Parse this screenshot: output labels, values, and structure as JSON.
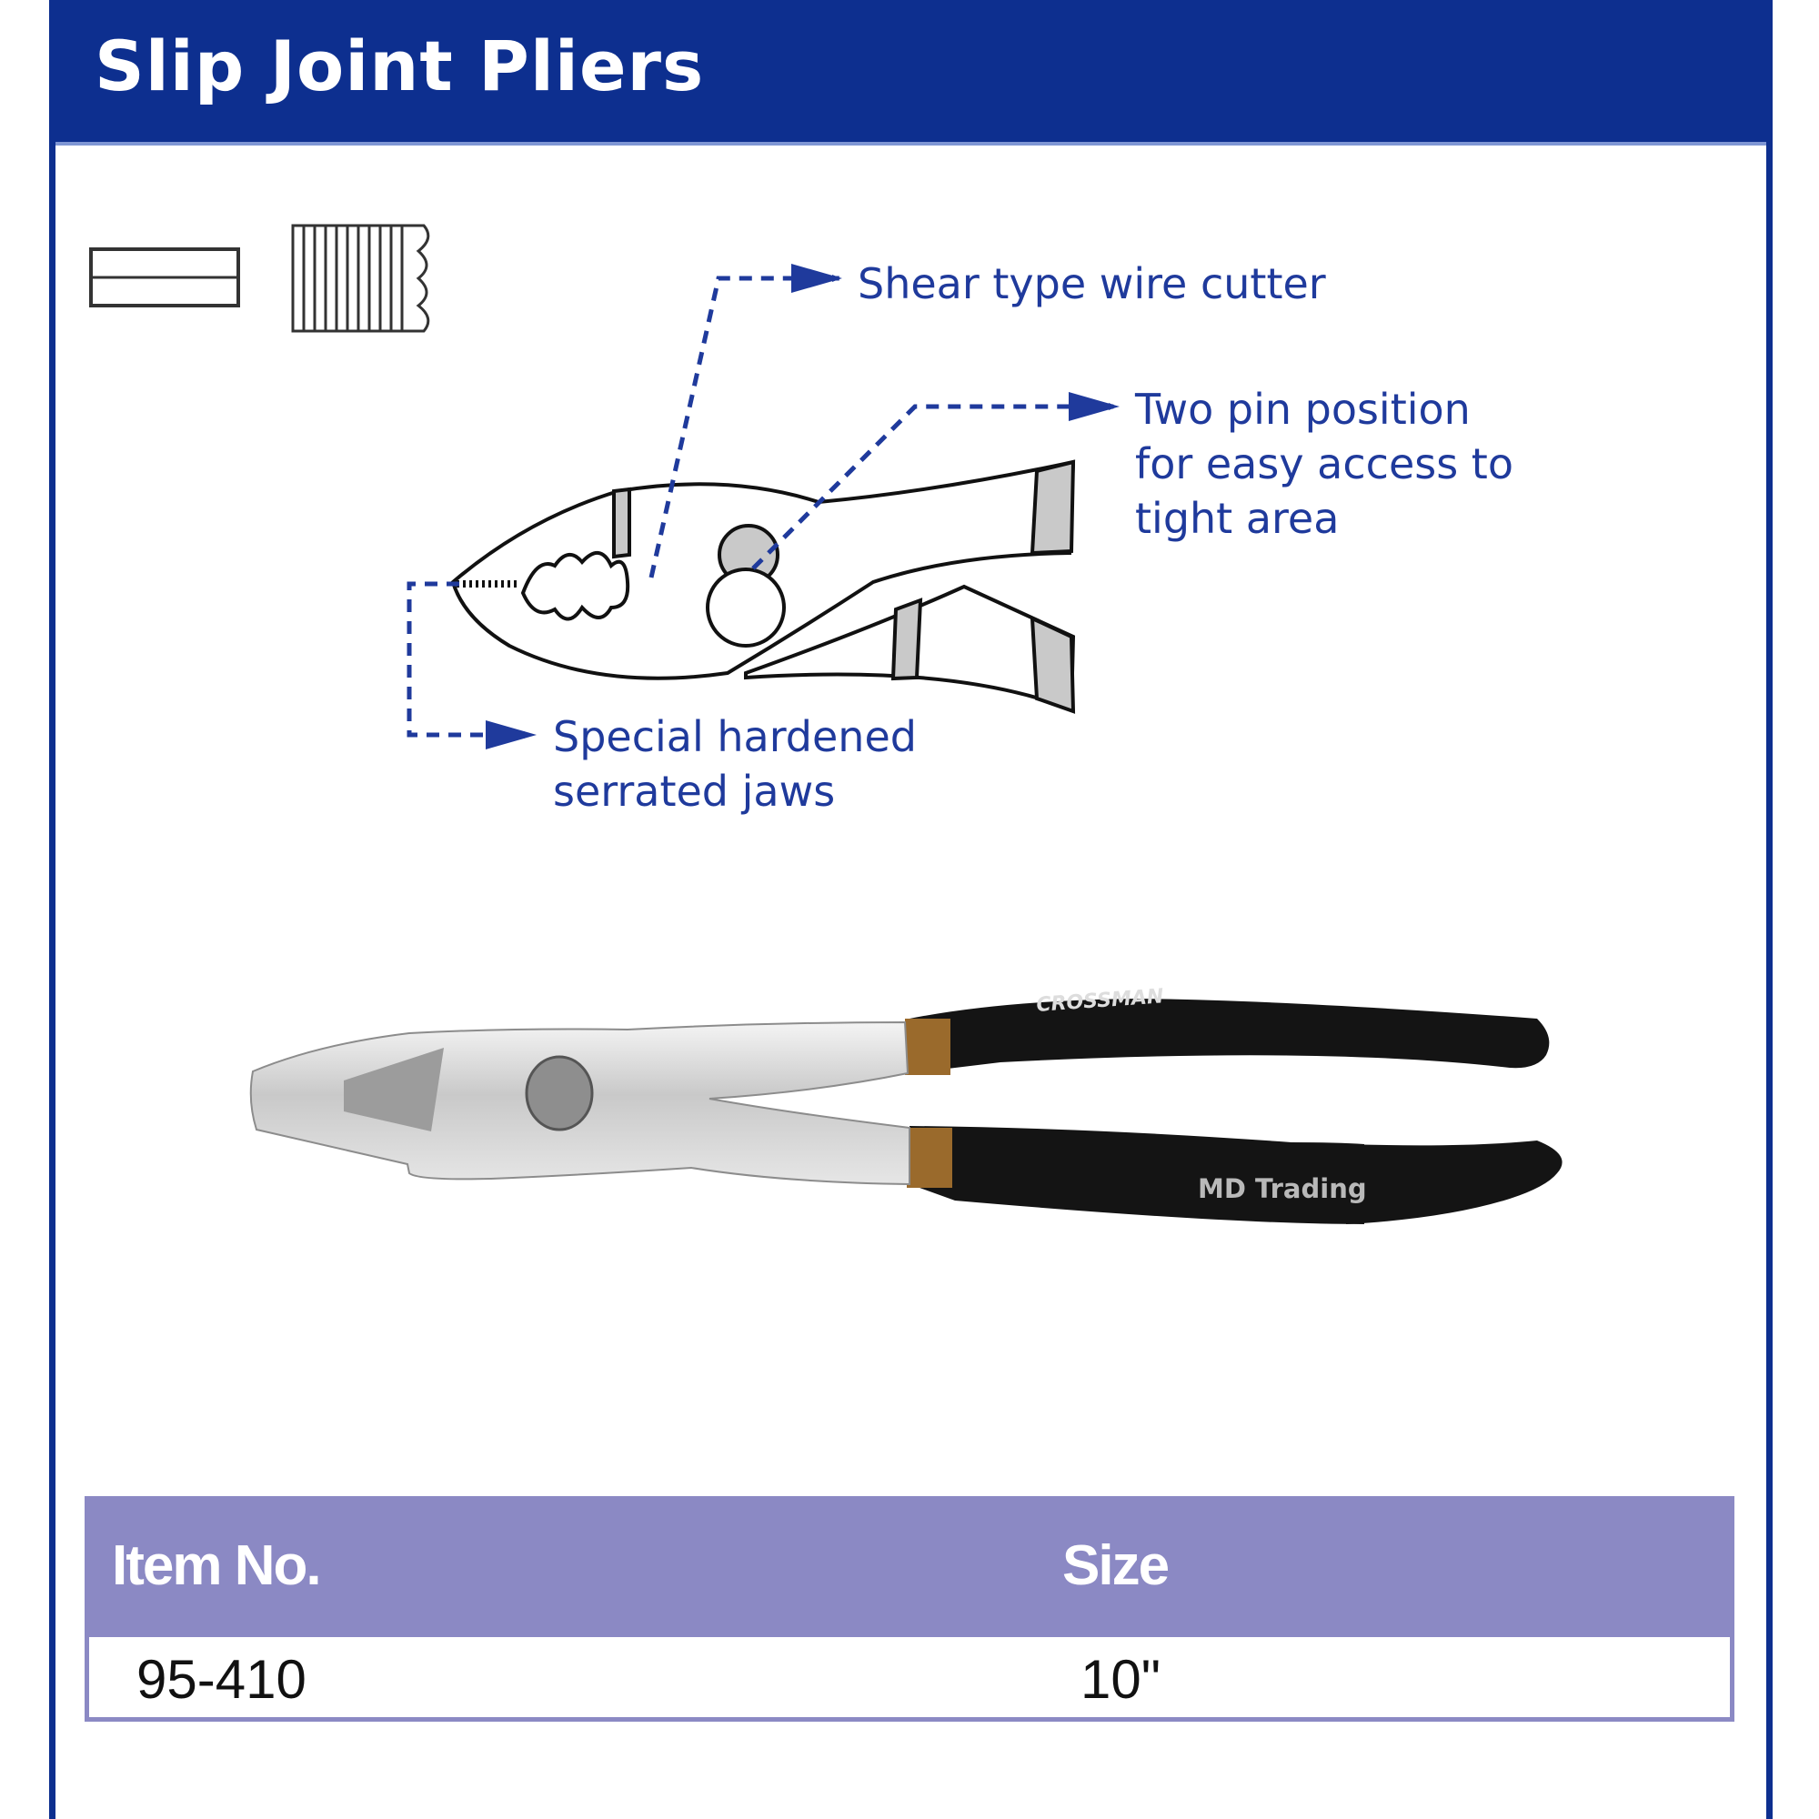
{
  "title": "Slip Joint Pliers",
  "callouts": {
    "cutter": [
      "Shear type wire cutter"
    ],
    "pin": [
      "Two pin position",
      "for easy access to",
      "tight area"
    ],
    "jaws": [
      "Special hardened",
      "serrated jaws"
    ]
  },
  "brand_mark": "CROSSMAN",
  "watermark": "MD Trading",
  "table": {
    "headers": [
      "Item No.",
      "Size"
    ],
    "rows": [
      [
        "95-410",
        "10\""
      ]
    ]
  },
  "colors": {
    "header_blue": "#0d2f8f",
    "callout_blue": "#1f3a9c",
    "table_purple": "#8b89c4",
    "grip_black": "#141414",
    "collar_brown": "#9a6a2c"
  }
}
